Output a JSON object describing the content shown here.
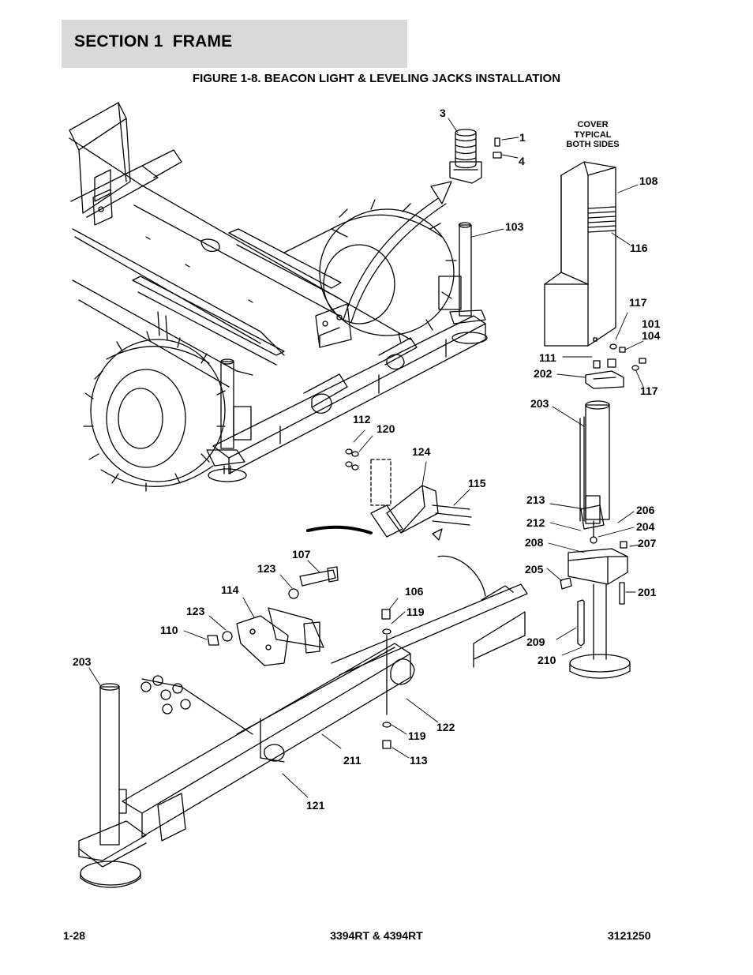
{
  "header": {
    "section_title": "SECTION 1  FRAME",
    "figure_title": "FIGURE 1-8. BEACON LIGHT & LEVELING JACKS INSTALLATION"
  },
  "diagram": {
    "note": [
      "COVER",
      "TYPICAL",
      "BOTH SIDES"
    ],
    "callouts": [
      "3",
      "1",
      "4",
      "108",
      "103",
      "116",
      "117",
      "101",
      "104",
      "111",
      "202",
      "117",
      "203",
      "112",
      "120",
      "124",
      "115",
      "213",
      "206",
      "212",
      "204",
      "208",
      "207",
      "205",
      "201",
      "107",
      "123",
      "114",
      "106",
      "119",
      "123",
      "110",
      "209",
      "210",
      "203",
      "122",
      "119",
      "211",
      "113",
      "121"
    ]
  },
  "footer": {
    "page_number": "1-28",
    "model": "3394RT & 4394RT",
    "doc_number": "3121250"
  }
}
